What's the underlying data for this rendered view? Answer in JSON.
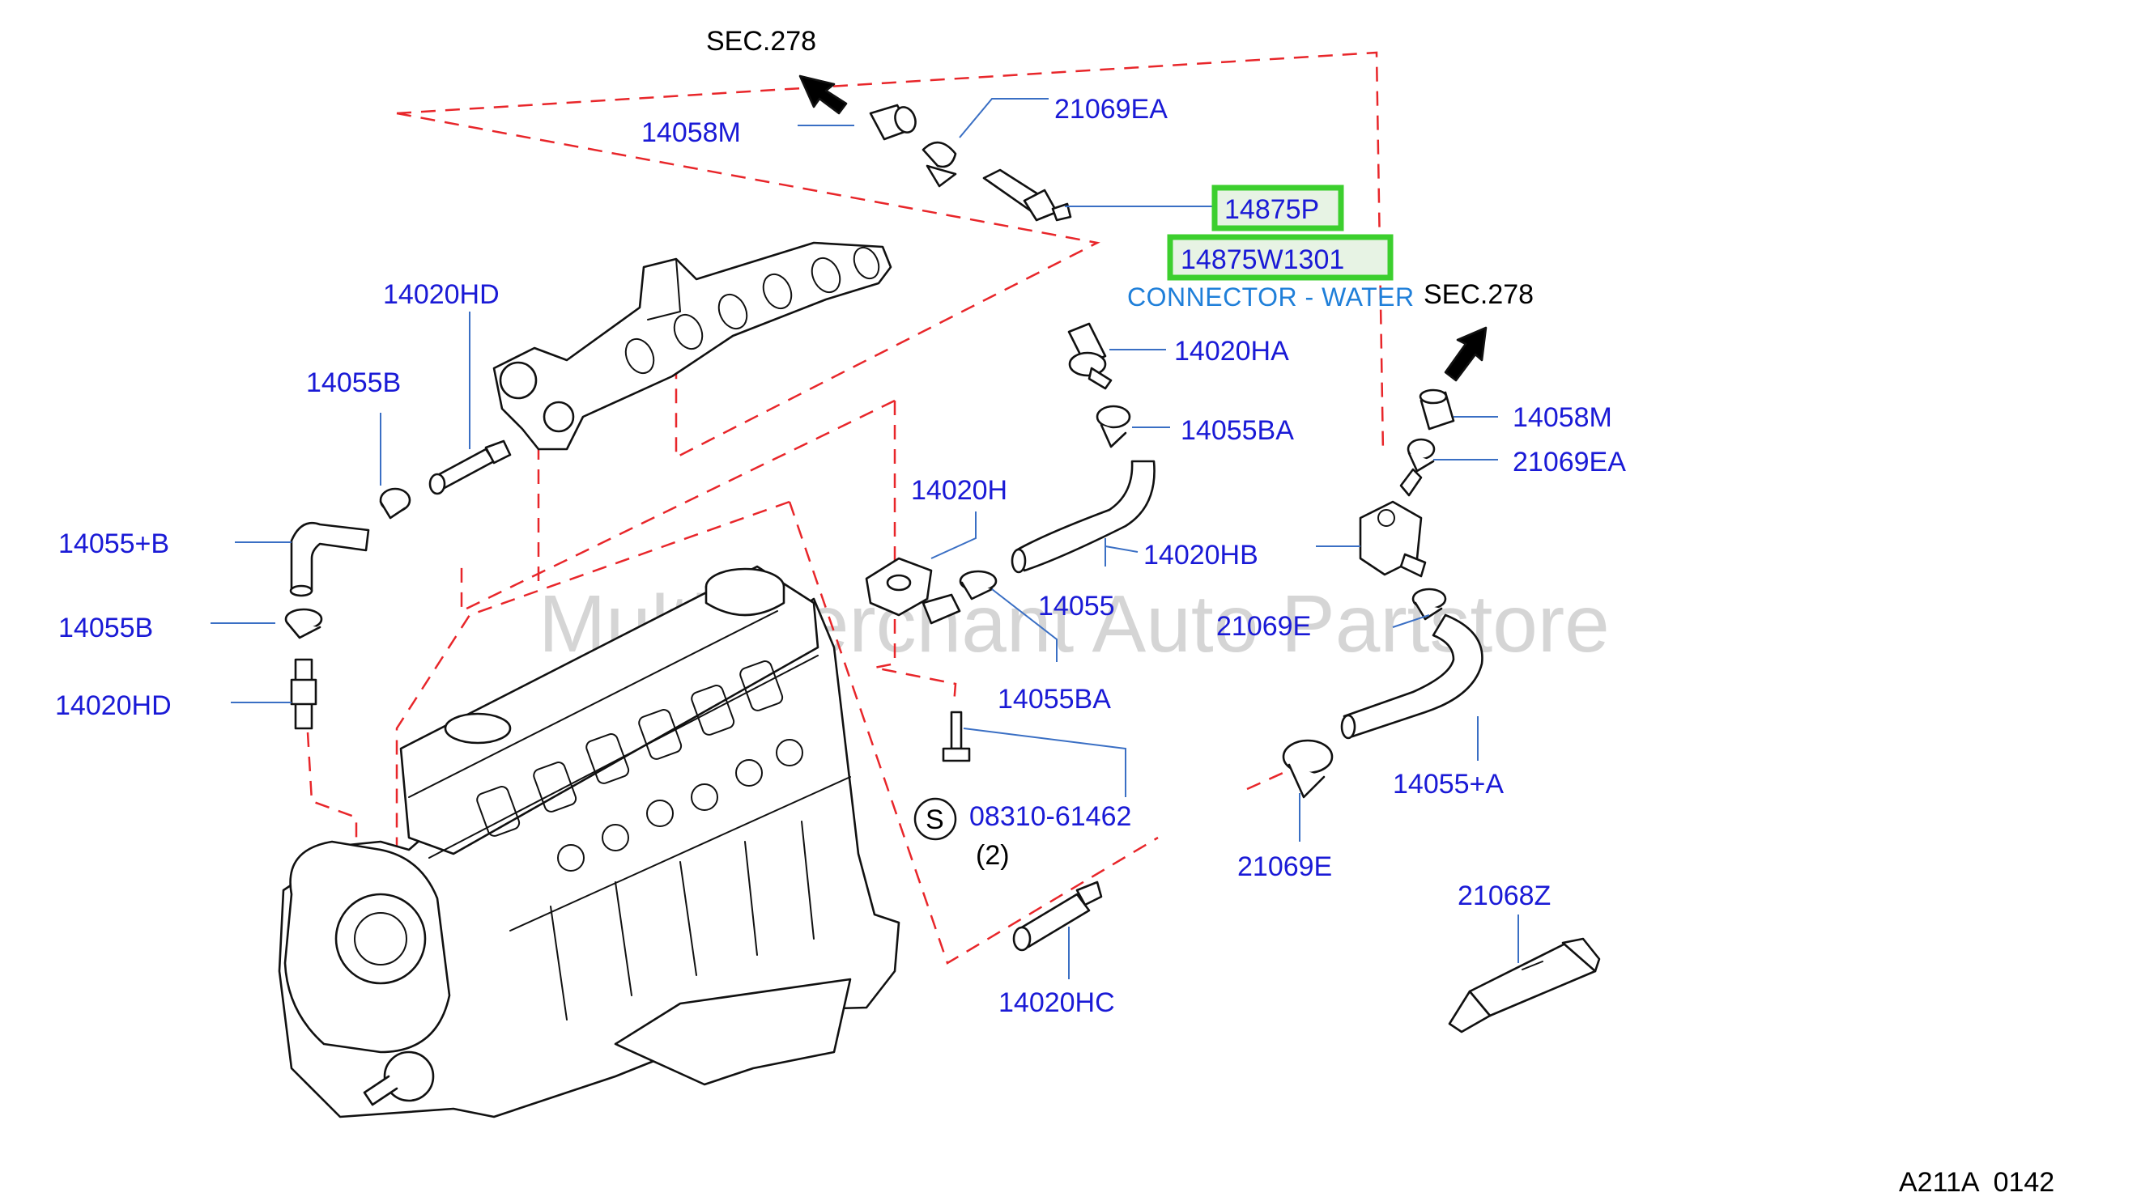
{
  "watermark": "Multi-Merchant Auto Partstore",
  "diagram_code": "A211A  0142",
  "highlight": {
    "color": "#3ccf2e",
    "fill": "#e7f3e4"
  },
  "colors": {
    "label": "#1a1ad6",
    "description": "#1f7fd9",
    "leader": "#3a6fc4",
    "phantom_line": "#e8262a"
  },
  "section_refs": {
    "top": "SEC.278",
    "right": "SEC.278"
  },
  "screw_symbol": "S",
  "parts": {
    "p_14058m_top": "14058M",
    "p_21069ea_top": "21069EA",
    "p_14875p": "14875P",
    "p_14875w1301": "14875W1301",
    "p_14875w1301_desc": "CONNECTOR - WATER",
    "p_14020hd_top": "14020HD",
    "p_14055b_top": "14055B",
    "p_14055pb": "14055+B",
    "p_14055b_low": "14055B",
    "p_14020hd_low": "14020HD",
    "p_14020ha": "14020HA",
    "p_14055ba_top": "14055BA",
    "p_14020h": "14020H",
    "p_14020hb": "14020HB",
    "p_14055": "14055",
    "p_14055ba_low": "14055BA",
    "p_08310": "08310-61462",
    "p_08310_qty": "(2)",
    "p_14020hc": "14020HC",
    "p_14058m_right": "14058M",
    "p_21069ea_right": "21069EA",
    "p_21069e_mid": "21069E",
    "p_14055pa": "14055+A",
    "p_21069e_low": "21069E",
    "p_21068z": "21068Z"
  }
}
